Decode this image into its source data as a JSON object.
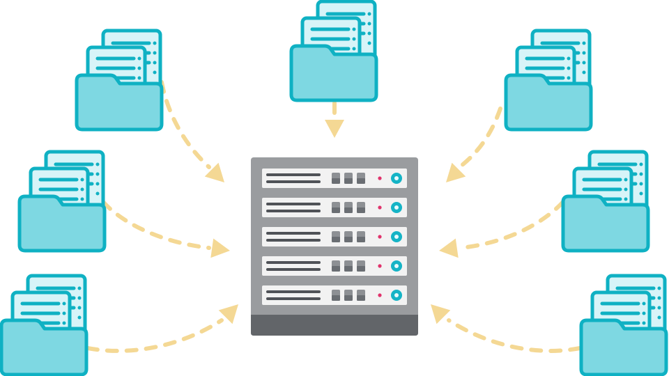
{
  "diagram": {
    "type": "folders-to-server",
    "colors": {
      "folder_fill": "#7ed8e2",
      "folder_stroke": "#0fb1c3",
      "paper_fill": "#d7f4f8",
      "paper_line": "#0fb1c3",
      "arrow": "#f4d894",
      "server_body": "#9a9c9f",
      "server_base": "#626569",
      "server_unit": "#f2f2f2",
      "server_line": "#4f5257",
      "server_button": "#8d9094",
      "server_led": "#e0336c",
      "server_knob": "#15b4c6",
      "server_knob_center": "#eafafc"
    },
    "folders": [
      {
        "name": "folder-top-left",
        "icon": "document-folder-icon"
      },
      {
        "name": "folder-top-center",
        "icon": "document-folder-icon"
      },
      {
        "name": "folder-top-right",
        "icon": "document-folder-icon"
      },
      {
        "name": "folder-middle-left",
        "icon": "document-folder-icon"
      },
      {
        "name": "folder-middle-right",
        "icon": "document-folder-icon"
      },
      {
        "name": "folder-bottom-left",
        "icon": "document-folder-icon"
      },
      {
        "name": "folder-bottom-right",
        "icon": "document-folder-icon"
      }
    ],
    "server": {
      "icon": "server-rack-icon",
      "unit_count": 5
    },
    "connections": [
      {
        "from": "folder-top-left",
        "to": "server"
      },
      {
        "from": "folder-top-center",
        "to": "server"
      },
      {
        "from": "folder-top-right",
        "to": "server"
      },
      {
        "from": "folder-middle-left",
        "to": "server"
      },
      {
        "from": "folder-middle-right",
        "to": "server"
      },
      {
        "from": "folder-bottom-left",
        "to": "server"
      },
      {
        "from": "folder-bottom-right",
        "to": "server"
      }
    ]
  }
}
